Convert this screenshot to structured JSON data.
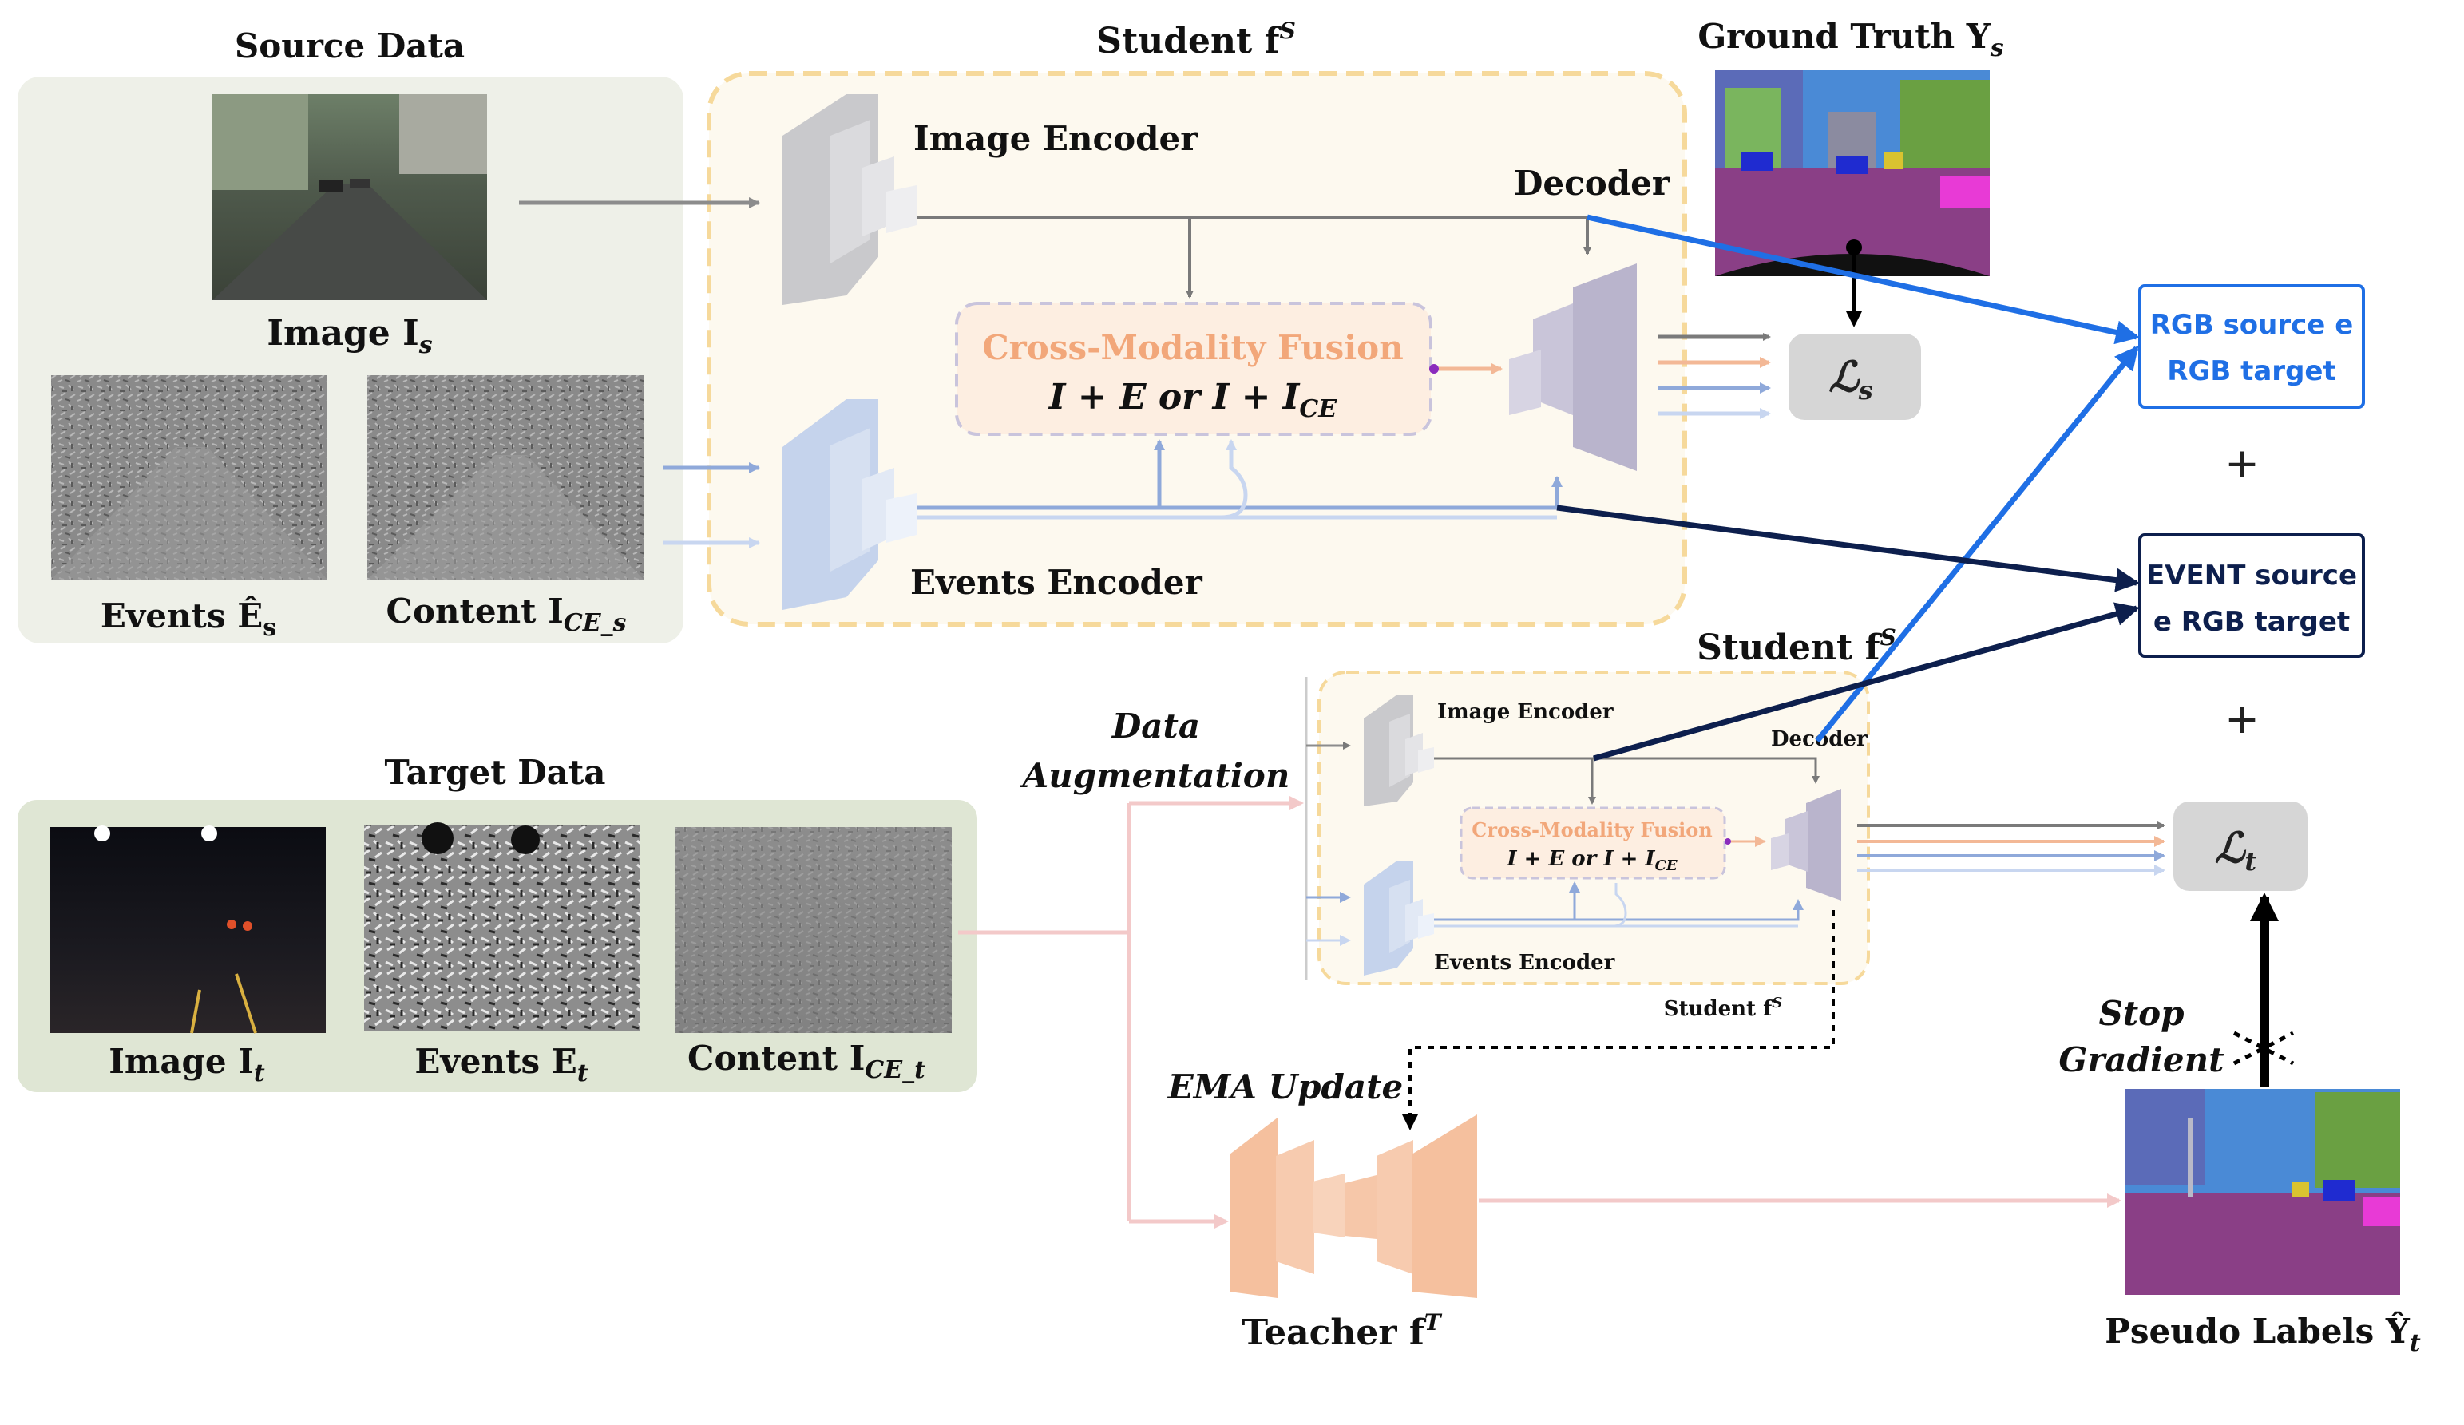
{
  "source": {
    "title": "Source Data",
    "image_label": "Image I",
    "image_sub": "s",
    "events_label": "Events Ê",
    "events_sub": "s",
    "content_label": "Content I",
    "content_sub": "CE_s"
  },
  "target": {
    "title": "Target Data",
    "image_label": "Image I",
    "image_sub": "t",
    "events_label": "Events E",
    "events_sub": "t",
    "content_label": "Content I",
    "content_sub": "CE_t"
  },
  "student_top": {
    "title": "Student f",
    "title_sup": "S",
    "image_encoder": "Image Encoder",
    "events_encoder": "Events Encoder",
    "decoder": "Decoder",
    "fusion_title": "Cross-Modality Fusion",
    "fusion_formula": "I + E or I + I",
    "fusion_formula_sub": "CE"
  },
  "student_bottom": {
    "title": "Student f",
    "title_sup": "S",
    "caption": "Student f",
    "caption_sup": "S",
    "image_encoder": "Image Encoder",
    "events_encoder": "Events Encoder",
    "decoder": "Decoder",
    "fusion_title": "Cross-Modality Fusion",
    "fusion_formula": "I + E or I + I",
    "fusion_formula_sub": "CE"
  },
  "ground_truth": {
    "label": "Ground Truth Y",
    "sub": "s"
  },
  "loss_source": {
    "symbol": "ℒ",
    "sub": "s"
  },
  "loss_target": {
    "symbol": "ℒ",
    "sub": "t"
  },
  "data_augmentation": {
    "line1": "Data",
    "line2": "Augmentation"
  },
  "ema_update": "EMA Update",
  "teacher": {
    "label": "Teacher f",
    "sup": "T"
  },
  "stop_gradient": {
    "line1": "Stop",
    "line2": "Gradient"
  },
  "pseudo_labels": {
    "label": "Pseudo Labels Ŷ",
    "sub": "t"
  },
  "annotations": {
    "rgb_box": {
      "line1": "RGB source e",
      "line2": "RGB target"
    },
    "event_box": {
      "line1": "EVENT source",
      "line2": "e RGB target"
    },
    "plus": "+"
  },
  "colors": {
    "rgb_annotation": "#1f6fe5",
    "event_annotation": "#0d1f4d",
    "fusion_orange": "#f2a77a",
    "events_blue": "#9fb6dd",
    "source_panel": "#eef0e8",
    "target_panel": "#dfe6d4",
    "student_panel": "#fdf9ef",
    "student_border": "#f6d99b",
    "teacher": "#f5c09e"
  }
}
